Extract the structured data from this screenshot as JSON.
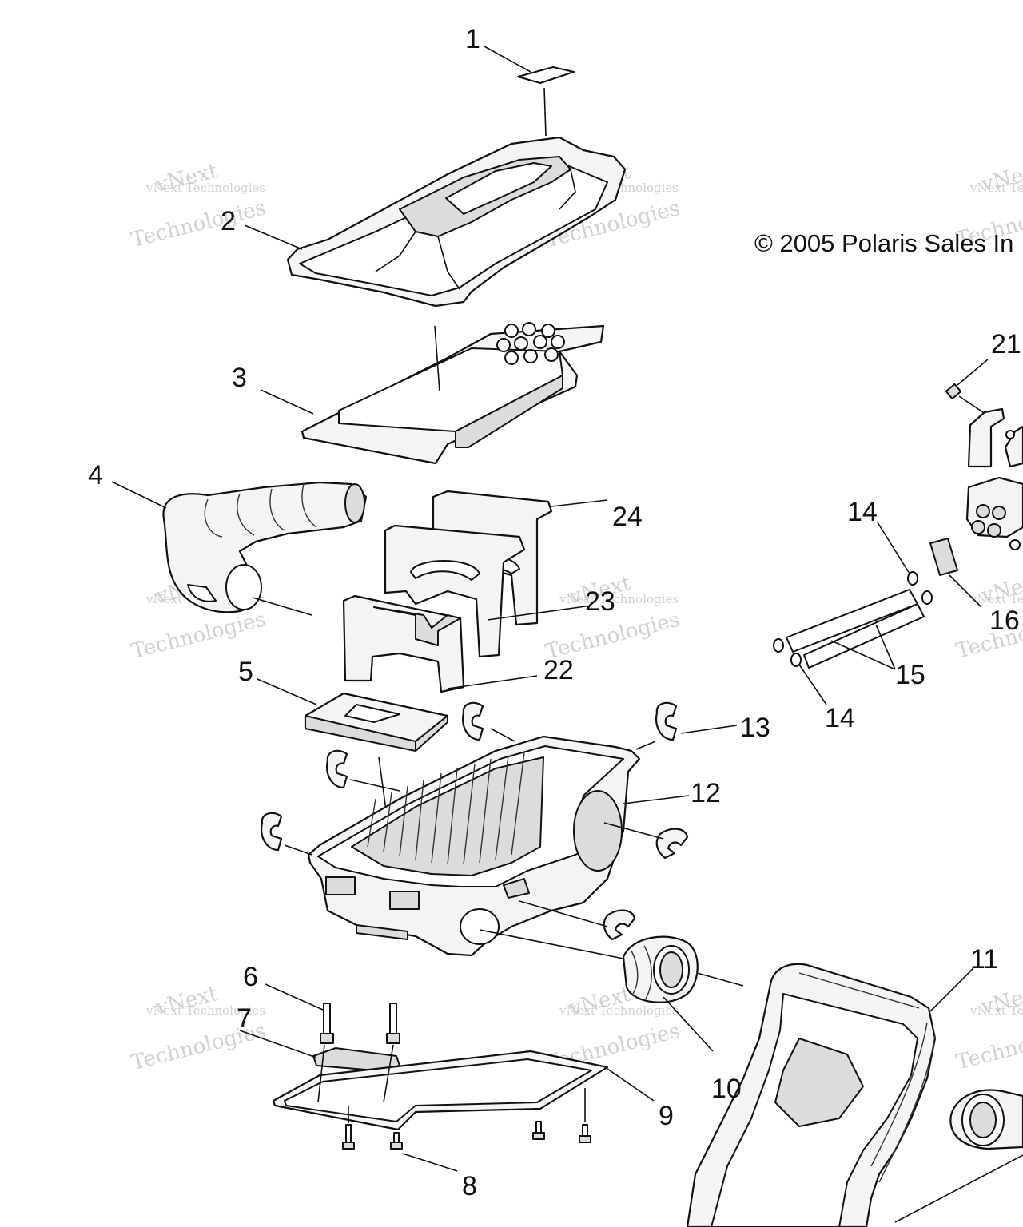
{
  "copyright": "© 2005 Polaris Sales In",
  "watermark": {
    "line1": "vNext Technologies",
    "line2": "vNext",
    "line3": "Technologies"
  },
  "callouts": {
    "c1": "1",
    "c2": "2",
    "c3": "3",
    "c4": "4",
    "c5": "5",
    "c6": "6",
    "c7": "7",
    "c8": "8",
    "c9": "9",
    "c10": "10",
    "c11": "11",
    "c12": "12",
    "c13": "13",
    "c14a": "14",
    "c14b": "14",
    "c15": "15",
    "c16": "16",
    "c21": "21",
    "c22": "22",
    "c23": "23",
    "c24": "24"
  }
}
